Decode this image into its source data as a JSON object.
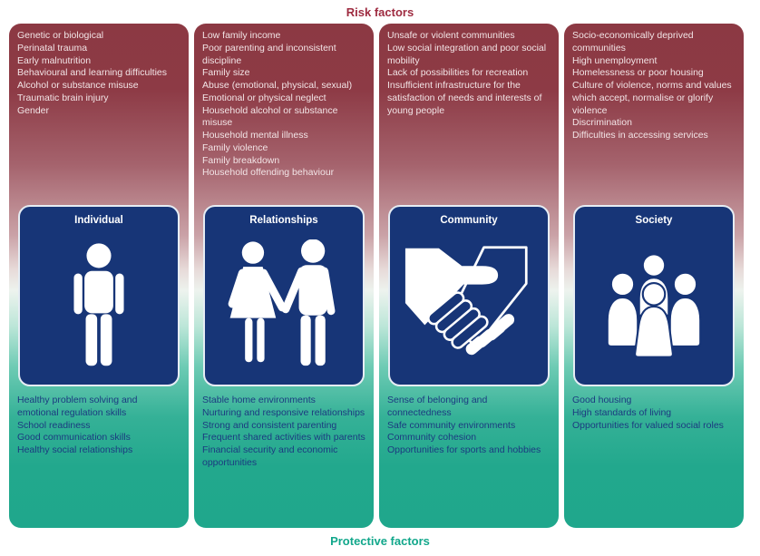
{
  "titles": {
    "top": "Risk factors",
    "bottom": "Protective factors"
  },
  "colors": {
    "risk_title": "#9e2b40",
    "protective_title": "#12a78b",
    "gradient_top": "#8c3943",
    "gradient_bottom": "#1fa78c",
    "domain_box": "#173577",
    "risk_text": "#f2e4e6",
    "protective_text": "#1b3a80"
  },
  "columns": [
    {
      "label": "Individual",
      "icon": "standing-person-icon",
      "risk_factors": [
        "Genetic or biological",
        "Perinatal trauma",
        "Early malnutrition",
        "Behavioural and learning difficulties",
        "Alcohol or substance misuse",
        "Traumatic brain injury",
        "Gender"
      ],
      "protective_factors": [
        "Healthy problem solving and emotional regulation skills",
        "School readiness",
        "Good communication skills",
        "Healthy social relationships"
      ]
    },
    {
      "label": "Relationships",
      "icon": "couple-holding-hands-icon",
      "risk_factors": [
        "Low family income",
        "Poor parenting and inconsistent discipline",
        "Family size",
        "Abuse (emotional, physical, sexual)",
        "Emotional or physical neglect",
        "Household alcohol or substance misuse",
        "Household mental illness",
        "Family violence",
        "Family breakdown",
        "Household offending behaviour"
      ],
      "protective_factors": [
        "Stable home environments",
        "Nurturing and responsive relationships",
        "Strong and consistent parenting",
        "Frequent shared activities with parents",
        "Financial security and economic opportunities"
      ]
    },
    {
      "label": "Community",
      "icon": "handshake-icon",
      "risk_factors": [
        "Unsafe or violent communities",
        "Low social integration and poor social mobility",
        "Lack of possibilities for recreation",
        "Insufficient infrastructure for the satisfaction of needs and interests of young people"
      ],
      "protective_factors": [
        "Sense of belonging and connectedness",
        "Safe community environments",
        "Community cohesion",
        "Opportunities for sports and hobbies"
      ]
    },
    {
      "label": "Society",
      "icon": "group-of-people-icon",
      "risk_factors": [
        "Socio-economically deprived communities",
        "High unemployment",
        "Homelessness or poor housing",
        "Culture of violence, norms and values which accept, normalise or glorify violence",
        "Discrimination",
        "Difficulties in accessing services"
      ],
      "protective_factors": [
        "Good housing",
        "High standards of living",
        "Opportunities for valued social roles"
      ]
    }
  ]
}
